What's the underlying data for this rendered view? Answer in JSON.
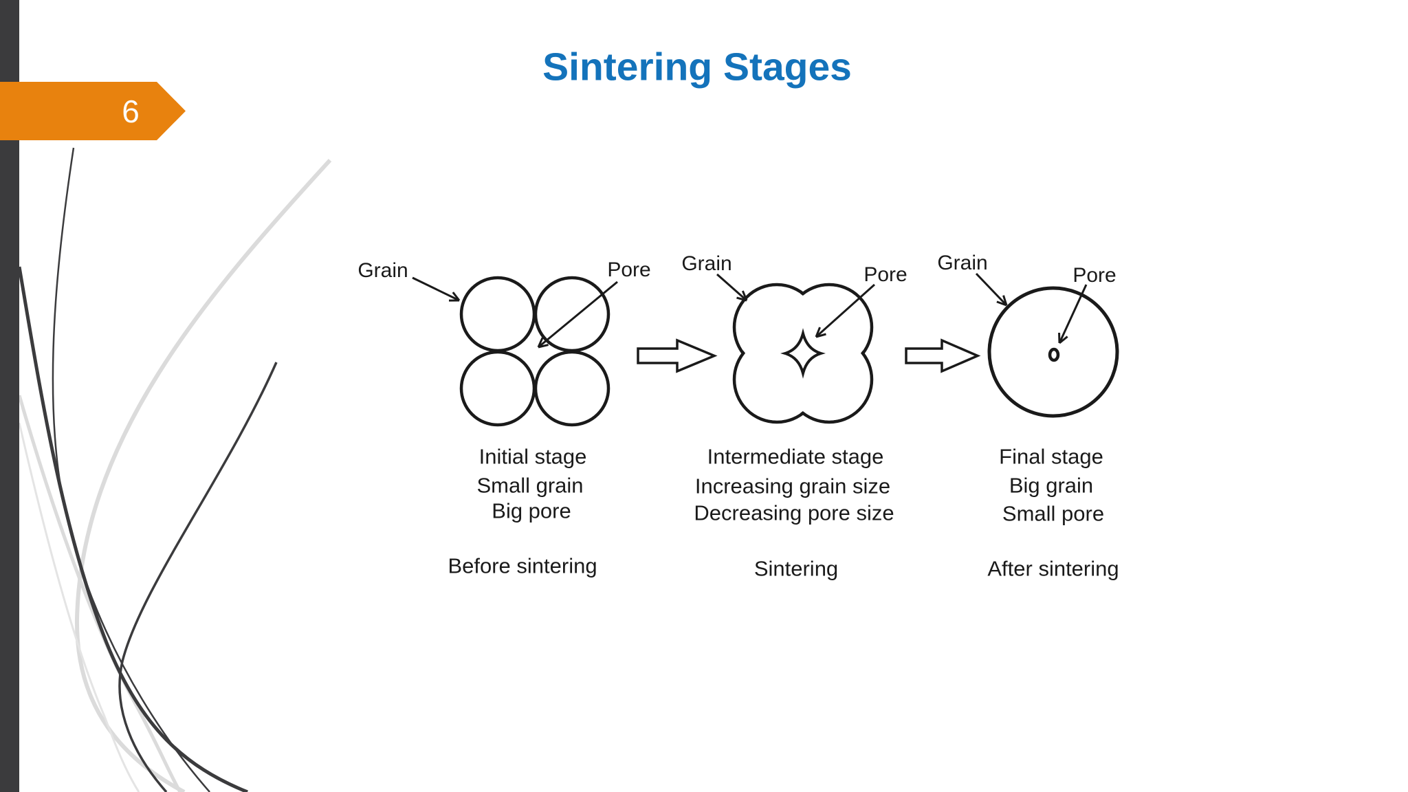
{
  "slide": {
    "title": "Sintering Stages",
    "page_number": "6"
  },
  "colors": {
    "title_blue": "#1473BB",
    "accent_orange": "#E8820E",
    "sidebar_dark": "#3B3B3D",
    "swoosh_gray": "#DBDBDB",
    "diagram_ink": "#1A1A1A"
  },
  "diagram": {
    "stages": [
      {
        "grain_label": "Grain",
        "pore_label": "Pore",
        "caption_lines": [
          "Initial stage",
          "Small grain",
          "Big pore"
        ],
        "phase_label": "Before sintering"
      },
      {
        "grain_label": "Grain",
        "pore_label": "Pore",
        "caption_lines": [
          "Intermediate stage",
          "Increasing grain size",
          "Decreasing pore size"
        ],
        "phase_label": "Sintering"
      },
      {
        "grain_label": "Grain",
        "pore_label": "Pore",
        "caption_lines": [
          "Final stage",
          "Big grain",
          "Small pore"
        ],
        "phase_label": "After sintering"
      }
    ]
  }
}
